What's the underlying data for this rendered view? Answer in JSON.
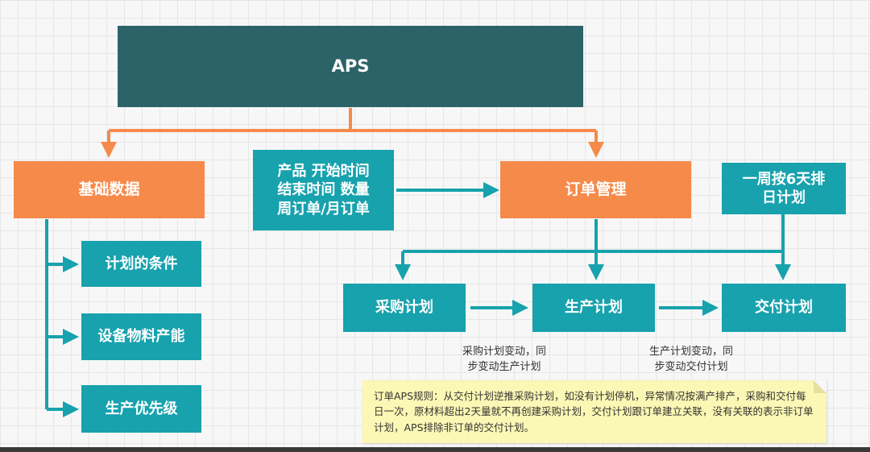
{
  "diagram": {
    "aps": "APS",
    "base_data": "基础数据",
    "order_info": [
      "产品 开始时间",
      "结束时间 数量",
      "周订单/月订单"
    ],
    "order_mgmt": "订单管理",
    "weekly": [
      "一周按6天排",
      "日计划"
    ],
    "plan_conditions": "计划的条件",
    "capacity": "设备物料产能",
    "priority": "生产优先级",
    "purchase_plan": "采购计划",
    "production_plan": "生产计划",
    "delivery_plan": "交付计划",
    "caption_production": [
      "采购计划变动，同",
      "步变动生产计划"
    ],
    "caption_delivery": [
      "生产计划变动，同",
      "步变动交付计划"
    ],
    "note": "订单APS规则：从交付计划逆推采购计划，如没有计划停机，异常情况按满产排产，采购和交付每日一次，原材料超出2天量就不再创建采购计划，交付计划跟订单建立关联，没有关联的表示非订单计划，APS排除非订单的交付计划。"
  },
  "colors": {
    "dark": "#2c6369",
    "orange": "#f58a4a",
    "teal": "#17a2ad",
    "note_bg": "#fbf7b4"
  }
}
